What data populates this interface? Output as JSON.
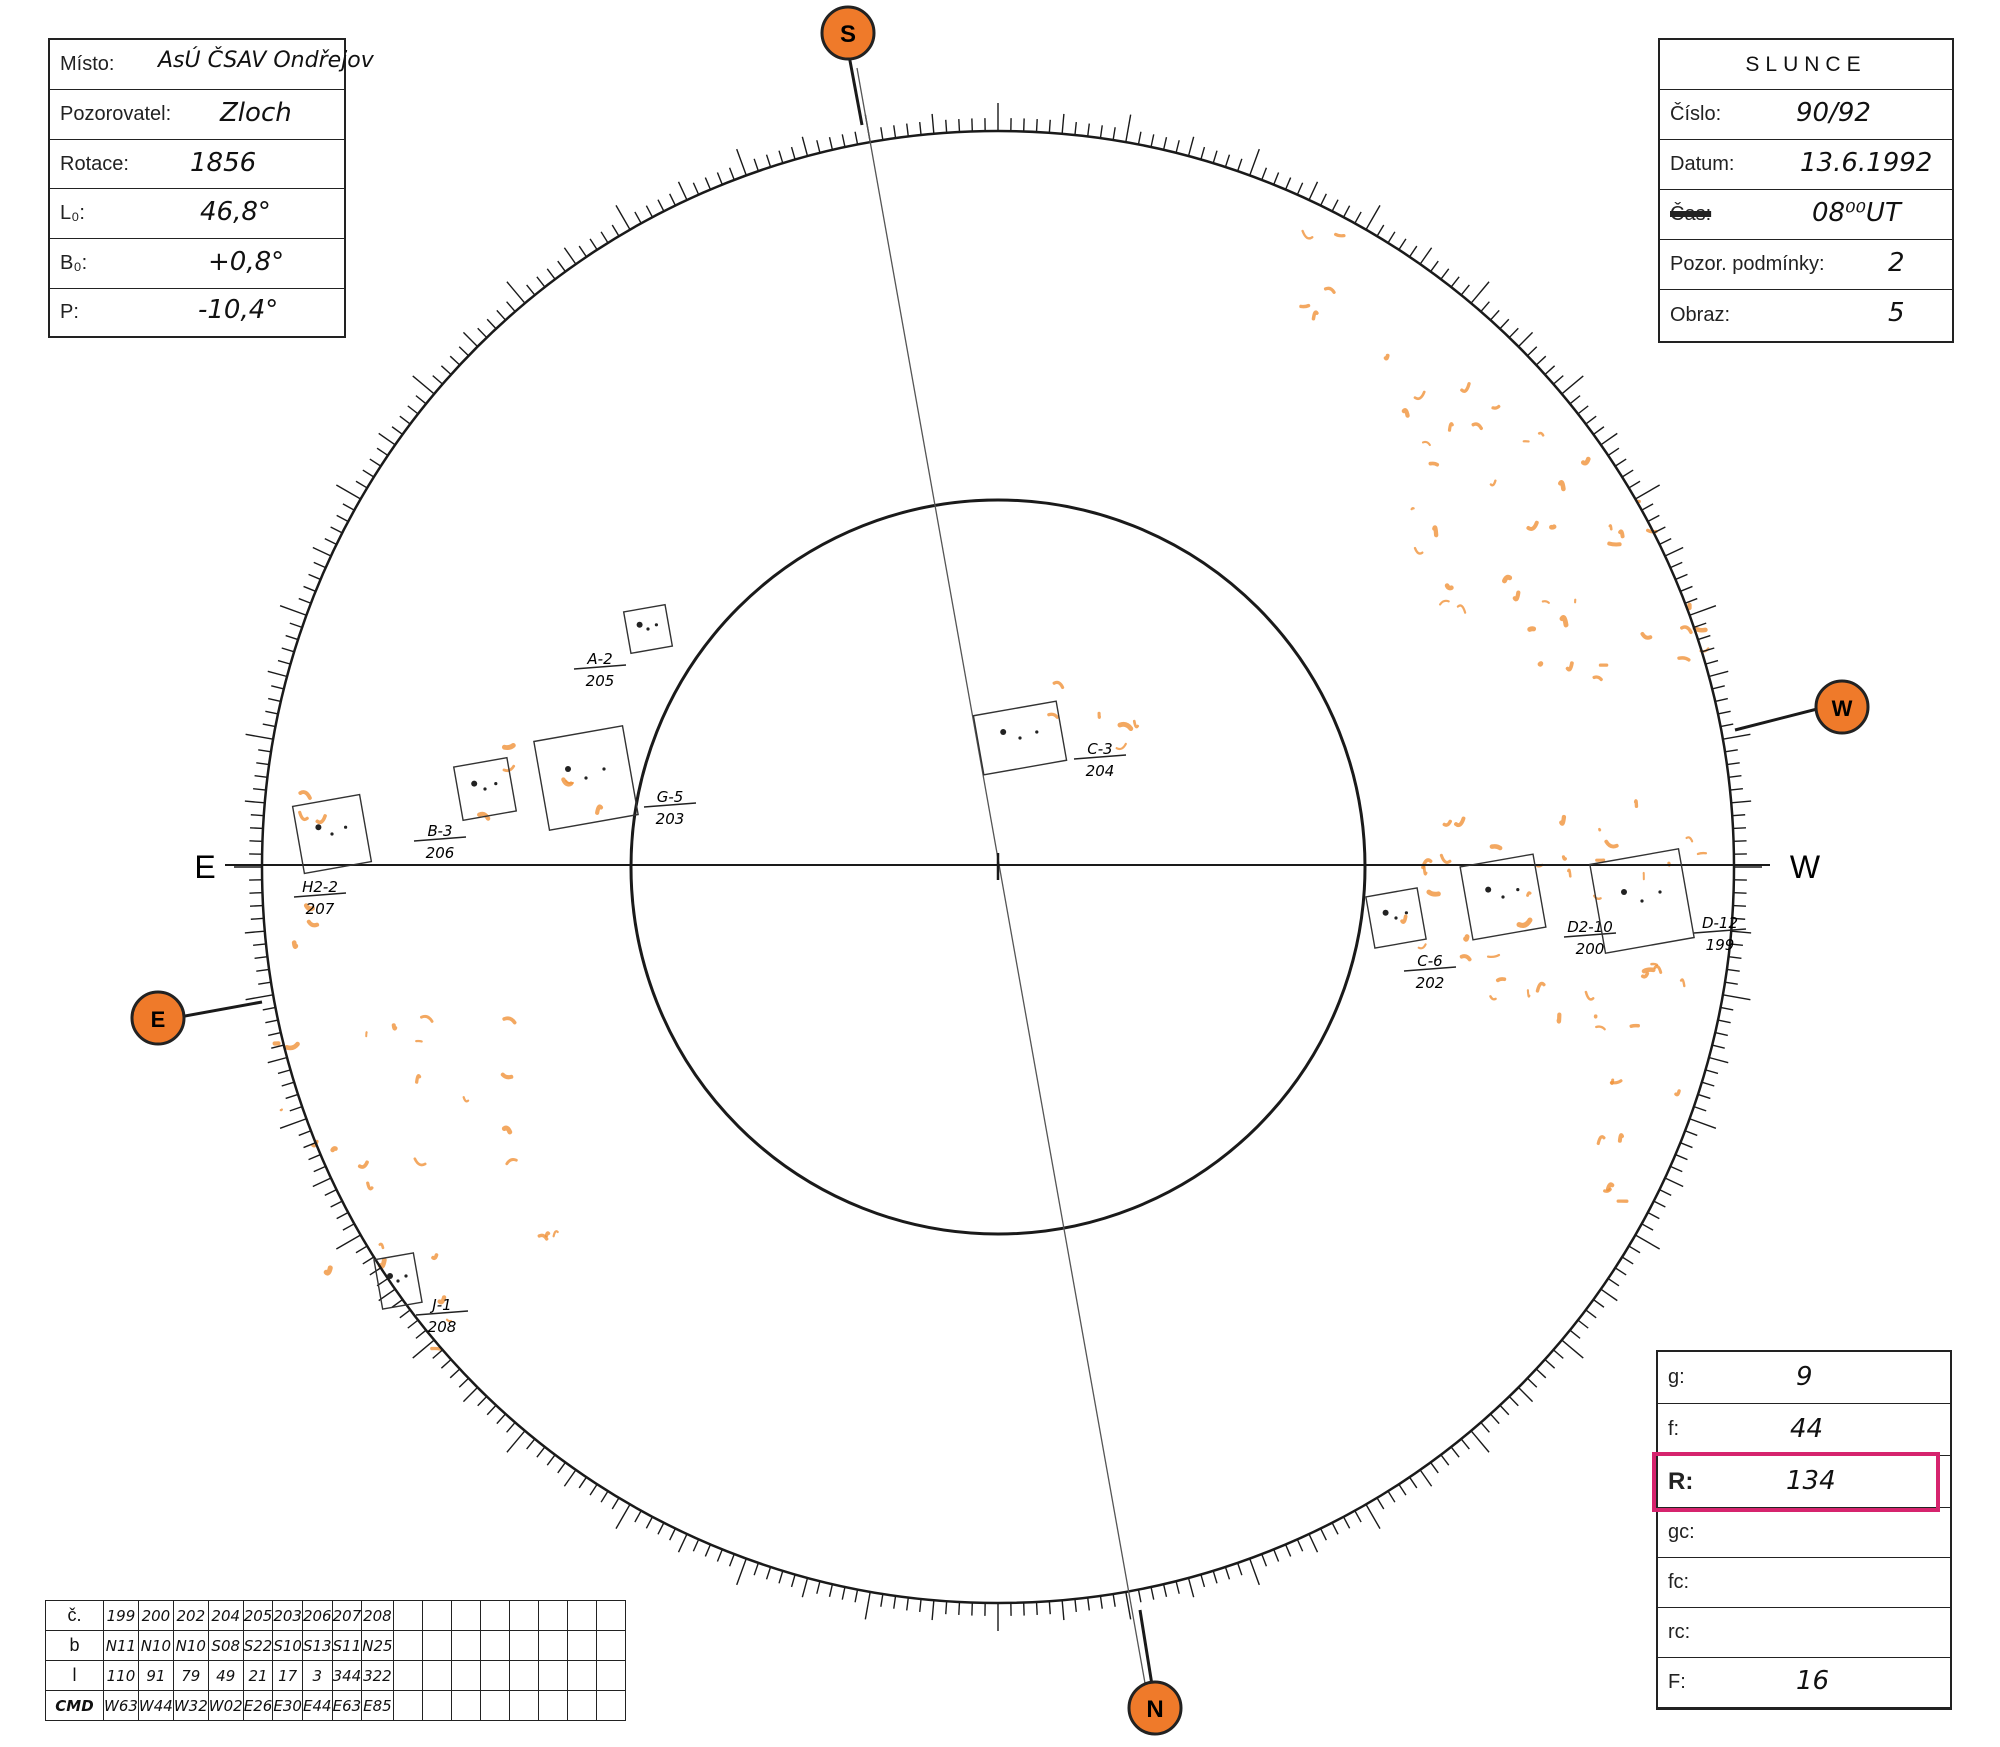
{
  "info_left": {
    "rows": [
      {
        "label": "Místo:",
        "value": "AsÚ ČSAV Ondřejov"
      },
      {
        "label": "Pozorovatel:",
        "value": "Zloch"
      },
      {
        "label": "Rotace:",
        "value": "1856"
      },
      {
        "label": "L₀:",
        "value": "46,8°"
      },
      {
        "label": "B₀:",
        "value": "+0,8°"
      },
      {
        "label": "P:",
        "value": "-10,4°"
      }
    ]
  },
  "info_right": {
    "title": "SLUNCE",
    "rows": [
      {
        "label": "Číslo:",
        "value": "90/92"
      },
      {
        "label": "Datum:",
        "value": "13.6.1992"
      },
      {
        "label": "Čas:",
        "value": "08⁰⁰UT"
      },
      {
        "label": "Pozor. podmínky:",
        "value": "2"
      },
      {
        "label": "Obraz:",
        "value": "5"
      }
    ]
  },
  "stats": {
    "rows": [
      {
        "label": "g:",
        "value": "9"
      },
      {
        "label": "f:",
        "value": "44"
      },
      {
        "label": "R:",
        "value": "134"
      },
      {
        "label": "gc:",
        "value": ""
      },
      {
        "label": "fc:",
        "value": ""
      },
      {
        "label": "rc:",
        "value": ""
      },
      {
        "label": "F:",
        "value": "16"
      }
    ],
    "highlight_color": "#d6246e"
  },
  "directions": {
    "top": "S",
    "bottom": "N",
    "right": "W",
    "left": "E",
    "axis_left": "E",
    "axis_right": "W"
  },
  "groups": [
    {
      "name": "A-2",
      "number": "205"
    },
    {
      "name": "B-3",
      "number": "206"
    },
    {
      "name": "G-5",
      "number": "203"
    },
    {
      "name": "H2-2",
      "number": "207"
    },
    {
      "name": "C-3",
      "number": "204"
    },
    {
      "name": "C-6",
      "number": "202"
    },
    {
      "name": "D2-10",
      "number": "200"
    },
    {
      "name": "D-12",
      "number": "199"
    },
    {
      "name": "J-1",
      "number": "208"
    }
  ],
  "table": {
    "row_labels": [
      "č.",
      "b",
      "l",
      "CMD"
    ],
    "columns": [
      [
        "199",
        "N11",
        "110",
        "W63"
      ],
      [
        "200",
        "N10",
        "91",
        "W44"
      ],
      [
        "202",
        "N10",
        "79",
        "W32"
      ],
      [
        "204",
        "S08",
        "49",
        "W02"
      ],
      [
        "205",
        "S22",
        "21",
        "E26"
      ],
      [
        "203",
        "S10",
        "17",
        "E30"
      ],
      [
        "206",
        "S13",
        "3",
        "E44"
      ],
      [
        "207",
        "S11",
        "344",
        "E63"
      ],
      [
        "208",
        "N25",
        "322",
        "E85"
      ]
    ],
    "empty_columns": 8
  },
  "colors": {
    "facula": "#f0923a",
    "marker_fill": "#ef7a2a",
    "marker_border": "#222222",
    "ink": "#1a1a1a"
  }
}
